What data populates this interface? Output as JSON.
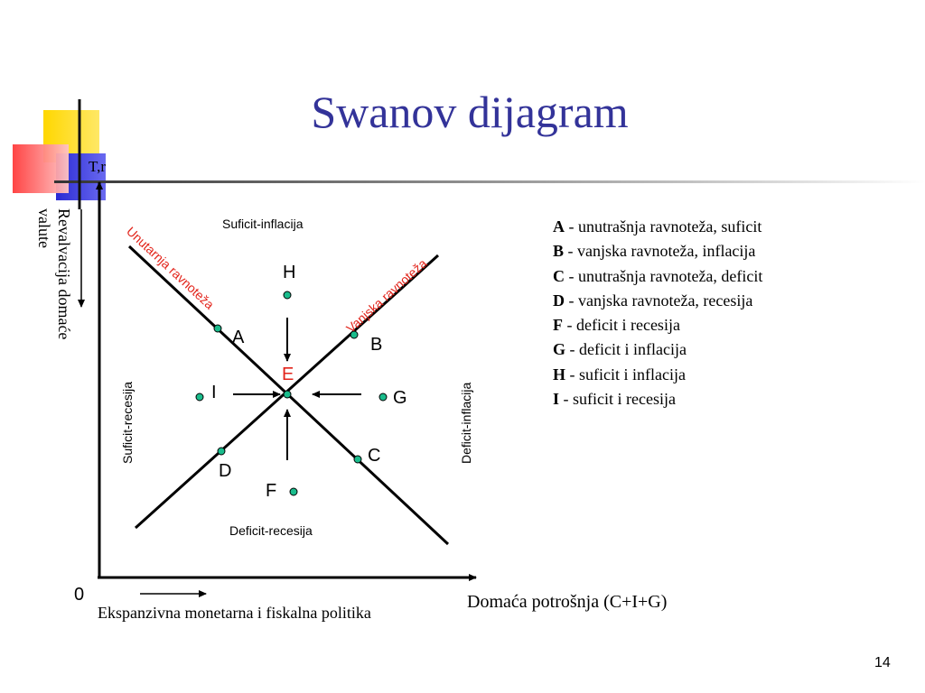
{
  "slide": {
    "title": "Swanov dijagram",
    "page_number": "14"
  },
  "axes": {
    "y_label": "T,r",
    "x_label": "Domaća potrošnja (C+I+G)",
    "origin": "0",
    "y_side_line1": "Revalvacija domaće",
    "y_side_line2": "valute",
    "x_bottom_label": "Ekspanzivna monetarna i fiskalna politika"
  },
  "diagram": {
    "curve_internal": "Unutarnja ravnoteža",
    "curve_external": "Vanjska ravnoteža",
    "region_top": "Suficit-inflacija",
    "region_bottom": "Deficit-recesija",
    "region_left": "Suficit-recesija",
    "region_right": "Deficit-inflacija",
    "points": {
      "A": "A",
      "B": "B",
      "C": "C",
      "D": "D",
      "E": "E",
      "F": "F",
      "G": "G",
      "H": "H",
      "I": "I"
    }
  },
  "legend": [
    {
      "key": "A",
      "text": " - unutrašnja ravnoteža, suficit"
    },
    {
      "key": "B",
      "text": " - vanjska ravnoteža, inflacija"
    },
    {
      "key": "C",
      "text": " - unutrašnja ravnoteža, deficit"
    },
    {
      "key": "D",
      "text": " - vanjska ravnoteža, recesija"
    },
    {
      "key": "F",
      "text": " - deficit i recesija"
    },
    {
      "key": "G",
      "text": " - deficit i inflacija"
    },
    {
      "key": "H",
      "text": " - suficit i inflacija"
    },
    {
      "key": "I",
      "text": " - suficit i recesija"
    }
  ],
  "colors": {
    "title": "#333399",
    "curve_label": "#e2231a",
    "point_fill": "#1abc8c",
    "deco_yellow": "#ffd700",
    "deco_red": "#ff3b3b",
    "deco_blue": "#2a2ad4"
  }
}
